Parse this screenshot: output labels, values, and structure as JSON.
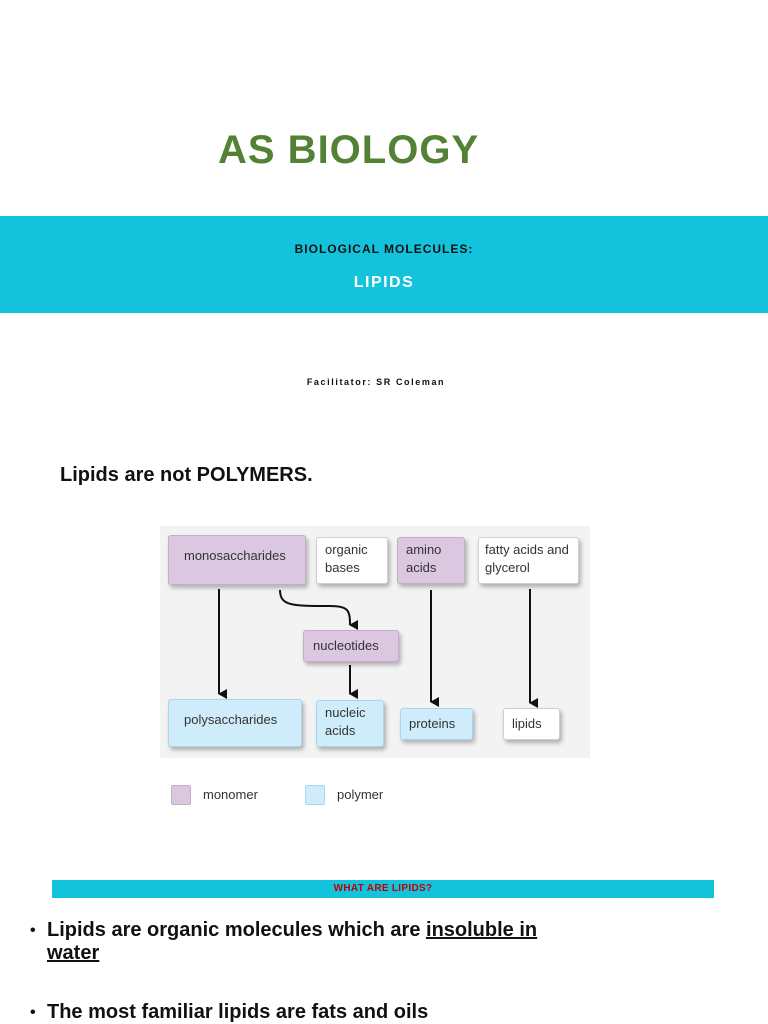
{
  "header": {
    "title": "AS BIOLOGY",
    "banner_subtitle": "BIOLOGICAL MOLECULES:",
    "banner_title": "LIPIDS",
    "facilitator": "Facilitator: SR Coleman"
  },
  "section": {
    "heading": "Lipids are not POLYMERS."
  },
  "diagram": {
    "boxes": {
      "monosaccharides": "monosaccharides",
      "organic_bases_1": "organic",
      "organic_bases_2": "bases",
      "amino_acids_1": "amino",
      "amino_acids_2": "acids",
      "fatty_acids_1": "fatty acids and",
      "fatty_acids_2": "glycerol",
      "nucleotides": "nucleotides",
      "polysaccharides": "polysaccharides",
      "nucleic_acids_1": "nucleic",
      "nucleic_acids_2": "acids",
      "proteins": "proteins",
      "lipids": "lipids"
    },
    "legend": {
      "monomer": "monomer",
      "polymer": "polymer"
    },
    "colors": {
      "monomer": "#dcc7e0",
      "polymer": "#cfecfb"
    }
  },
  "what_are_lipids": {
    "bar_label": "WHAT ARE LIPIDS?",
    "bullet1_prefix": "Lipids are organic molecules which are ",
    "bullet1_underline_a": "insoluble in",
    "bullet1_underline_b": "water ",
    "bullet2": "The most familiar lipids are fats and oils",
    "bullet_glyph": "•"
  },
  "colors": {
    "title_green": "#548235",
    "banner_cyan": "#13c3dc",
    "red_label": "#c00000"
  }
}
